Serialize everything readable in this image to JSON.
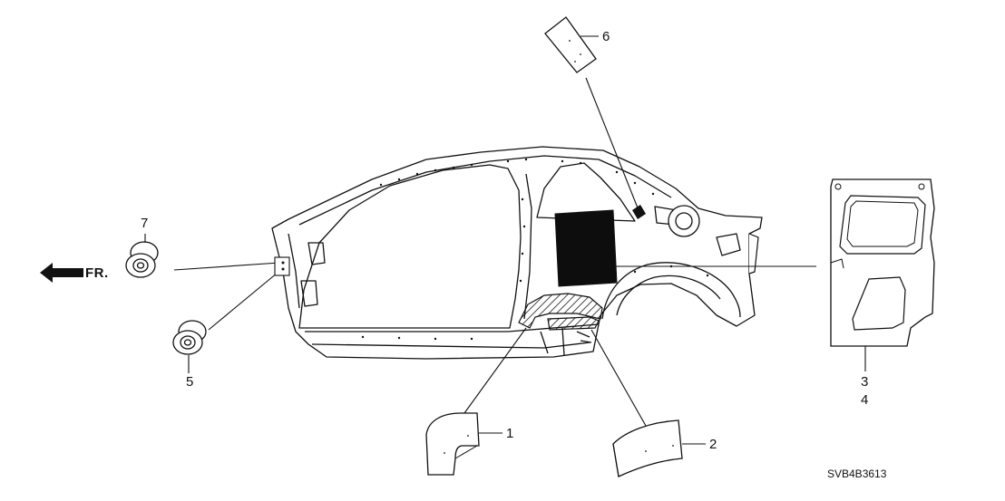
{
  "diagram": {
    "front_indicator": "FR.",
    "drawing_code": "SVB4B3613",
    "callouts": [
      {
        "id": "1",
        "label": "1"
      },
      {
        "id": "2",
        "label": "2"
      },
      {
        "id": "3",
        "label": "3"
      },
      {
        "id": "4",
        "label": "4"
      },
      {
        "id": "5",
        "label": "5"
      },
      {
        "id": "6",
        "label": "6"
      },
      {
        "id": "7",
        "label": "7"
      }
    ]
  },
  "colors": {
    "line": "#111111",
    "fill": "#ffffff",
    "dark_fill": "#0d0d0d"
  }
}
